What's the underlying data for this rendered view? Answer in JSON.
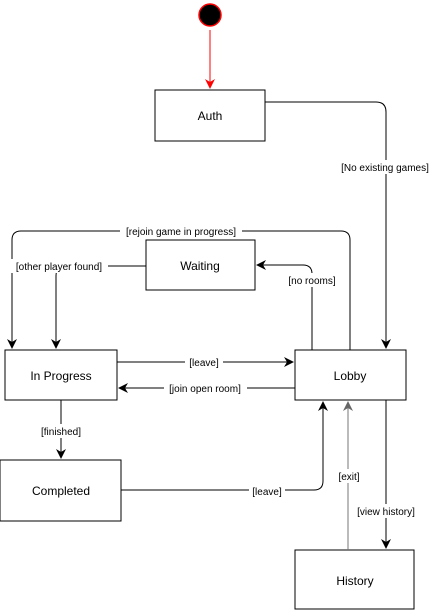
{
  "diagram": {
    "type": "state-machine",
    "states": {
      "auth": "Auth",
      "waiting": "Waiting",
      "in_progress": "In Progress",
      "lobby": "Lobby",
      "completed": "Completed",
      "history": "History"
    },
    "transitions": {
      "auth_to_lobby": "[No existing games]",
      "lobby_to_in_progress_rejoin": "[rejoin game in progress]",
      "waiting_to_in_progress": "[other player found]",
      "lobby_to_waiting": "[no rooms]",
      "in_progress_to_lobby": "[leave]",
      "lobby_to_in_progress_join": "[join open room]",
      "in_progress_to_completed": "[finished]",
      "completed_to_lobby": "[leave]",
      "history_to_lobby": "[exit]",
      "lobby_to_history": "[view history]"
    },
    "colors": {
      "initial_node": "#000000",
      "initial_node_border": "#ff0000",
      "initial_arrow": "#ff0000",
      "edge": "#000000",
      "history_return_edge": "#888888"
    }
  }
}
